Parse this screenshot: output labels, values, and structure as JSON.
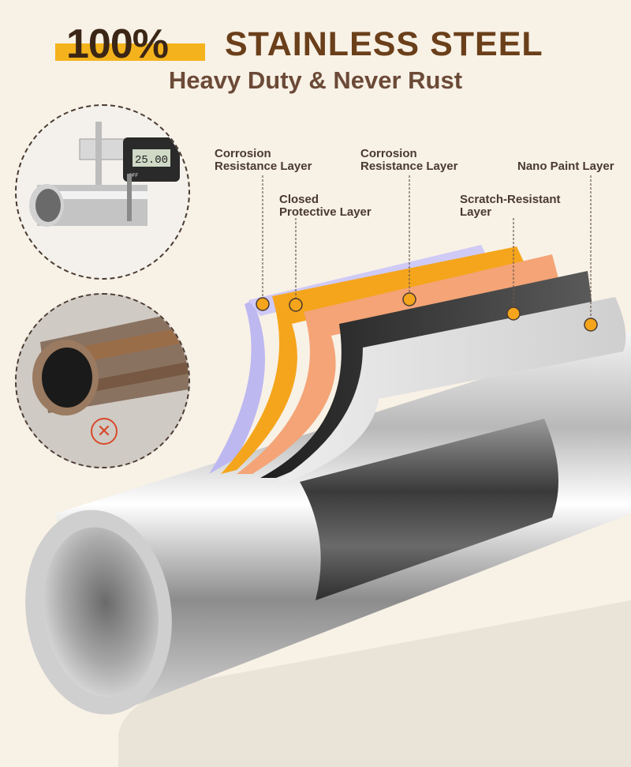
{
  "headline": {
    "accent": "100%",
    "rest": "STAINLESS STEEL"
  },
  "subhead": "Heavy Duty & Never Rust",
  "layers": [
    {
      "label1": "Corrosion",
      "label2": "Resistance Layer"
    },
    {
      "label1": "Closed",
      "label2": "Protective Layer"
    },
    {
      "label1": "Corrosion",
      "label2": "Resistance Layer"
    },
    {
      "label1": "Scratch-Resistant",
      "label2": "Layer"
    },
    {
      "label1": "Nano Paint Layer",
      "label2": ""
    }
  ],
  "caliper_reading": "25.00",
  "caliper_off": "OFF",
  "rust_icon": "x-circle-icon",
  "colors": {
    "accent": "#f4b31c",
    "title": "#6a3f1a",
    "dot": "#f5a51b"
  }
}
